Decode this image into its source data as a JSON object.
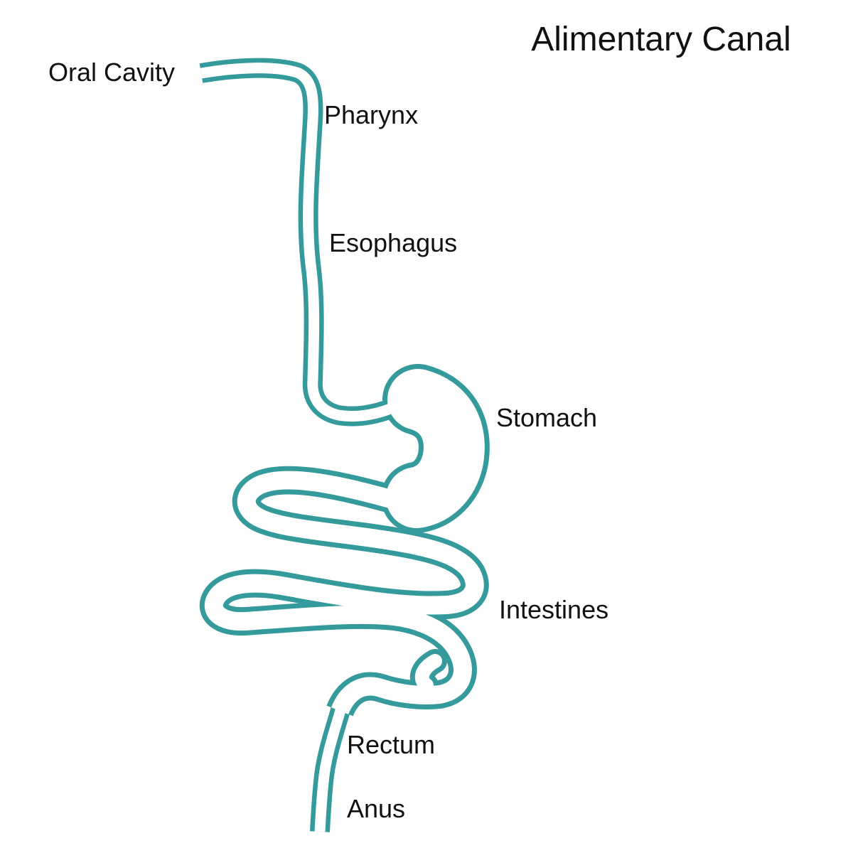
{
  "title": "Alimentary Canal",
  "diagram": {
    "type": "anatomy-line-diagram",
    "subject": "human digestive tract",
    "labels": {
      "oral_cavity": "Oral Cavity",
      "pharynx": "Pharynx",
      "esophagus": "Esophagus",
      "stomach": "Stomach",
      "intestines": "Intestines",
      "rectum": "Rectum",
      "anus": "Anus"
    },
    "colors": {
      "tube": "#359a9c",
      "background": "#ffffff",
      "text": "#111111"
    }
  }
}
